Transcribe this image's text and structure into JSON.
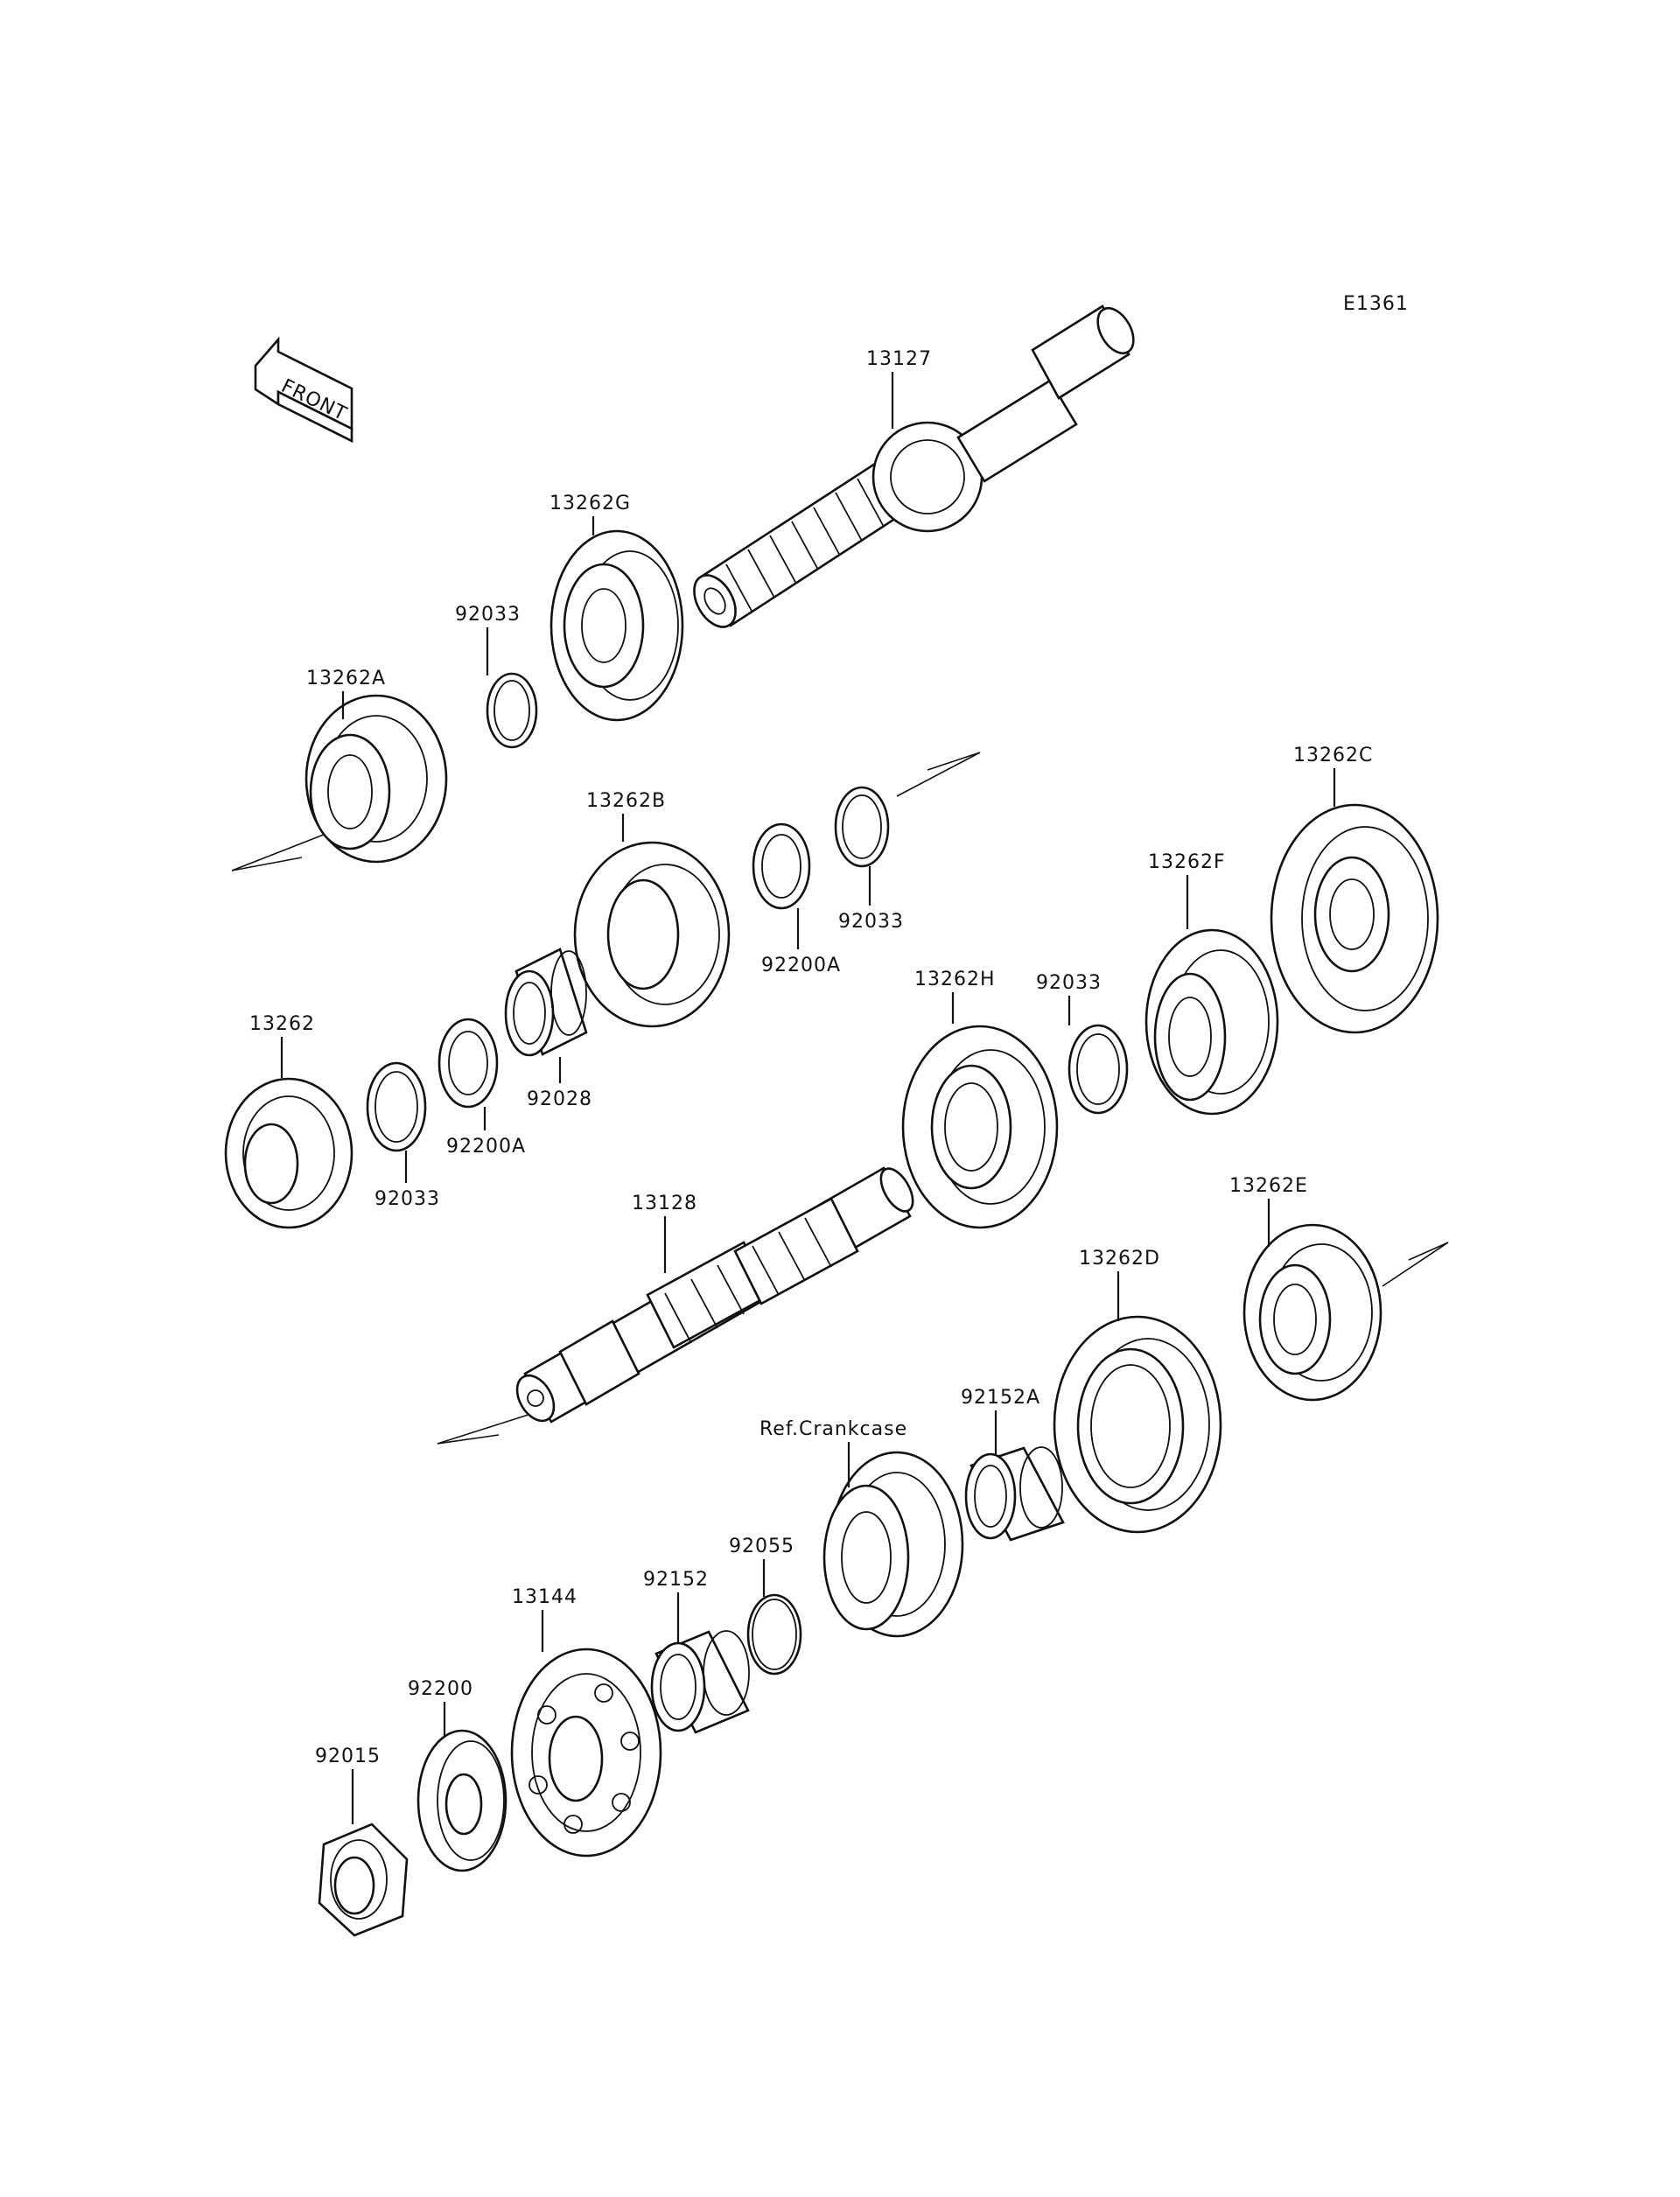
{
  "diagram_code": "E1361",
  "front_label": "FRONT",
  "parts": {
    "p13127": "13127",
    "p13262G": "13262G",
    "p92033_top": "92033",
    "p13262A": "13262A",
    "p13262B": "13262B",
    "p92200A_mid": "92200A",
    "p92033_mid": "92033",
    "p13262C": "13262C",
    "p13262F": "13262F",
    "p13262": "13262",
    "p92033_left": "92033",
    "p92200A_left": "92200A",
    "p92028": "92028",
    "p13262H": "13262H",
    "p92033_right": "92033",
    "p13128": "13128",
    "p13262E": "13262E",
    "p13262D": "13262D",
    "p92152A": "92152A",
    "ref_crankcase": "Ref.Crankcase",
    "p92055": "92055",
    "p92152": "92152",
    "p13144": "13144",
    "p92200": "92200",
    "p92015": "92015"
  }
}
